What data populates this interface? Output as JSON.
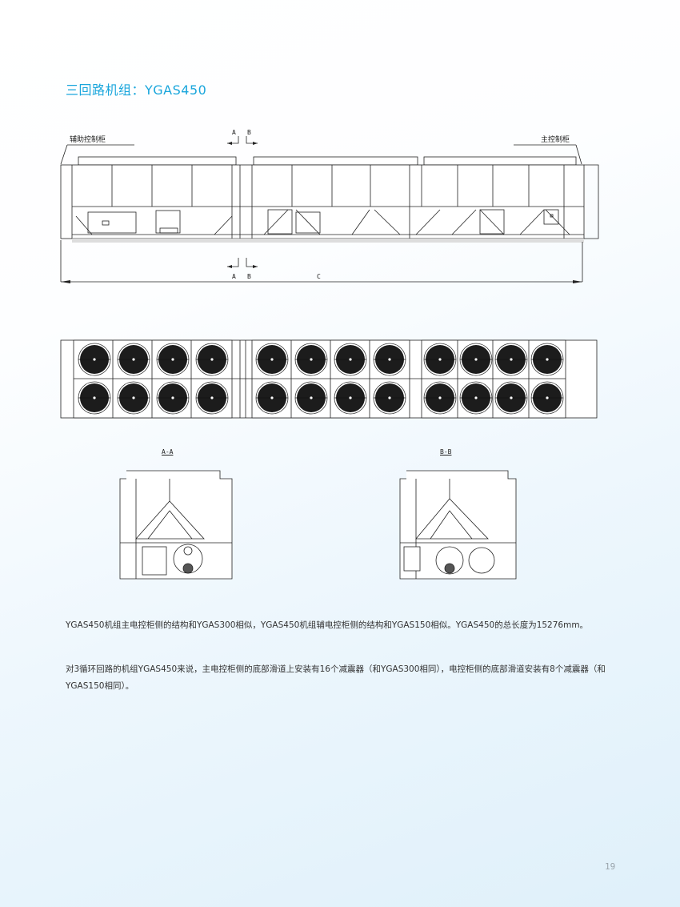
{
  "page": {
    "title": "三回路机组：YGAS450",
    "page_number": "19",
    "accent_color": "#1aa6dc"
  },
  "side_view": {
    "aux_cabinet_label": "辅助控制柜",
    "main_cabinet_label": "主控制柜",
    "section_marks_top": [
      "A",
      "B"
    ],
    "section_marks_bottom": [
      "A",
      "B"
    ],
    "dimension_label": "C"
  },
  "top_view": {
    "fan_rows": 2,
    "fan_groups": [
      4,
      4,
      4
    ],
    "total_fans": 24
  },
  "sections": {
    "a_label": "A-A",
    "b_label": "B-B"
  },
  "body": {
    "paragraph_1": "YGAS450机组主电控柜侧的结构和YGAS300相似，YGAS450机组辅电控柜侧的结构和YGAS150相似。YGAS450的总长度为15276mm。",
    "paragraph_2": "对3循环回路的机组YGAS450来说，主电控柜侧的底部滑道上安装有16个减震器（和YGAS300相同），电控柜侧的底部滑道安装有8个减震器（和YGAS150相同）。"
  }
}
